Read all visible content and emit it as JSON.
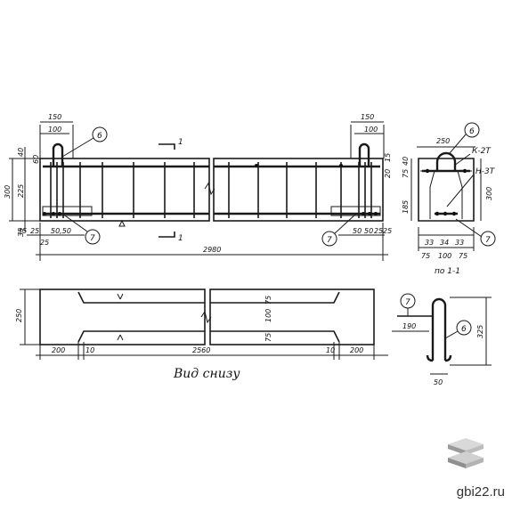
{
  "drawing": {
    "caption_bottom_view": "Вид снизу",
    "section_label": "по 1-1",
    "section_mark": "1",
    "marks": {
      "mark_6": "6",
      "mark_7": "7",
      "k2t": "К-2Т",
      "n3t": "Н-3Т"
    },
    "elevation": {
      "top": [
        "150",
        "100",
        "150",
        "100"
      ],
      "left": [
        "300",
        "40",
        "60",
        "225",
        "35"
      ],
      "bottom": [
        "25",
        "50,50",
        "25",
        "50",
        "50",
        "25",
        "25",
        "35"
      ],
      "total": "2980",
      "right": [
        "15",
        "20"
      ]
    },
    "section": {
      "top": "250",
      "left": [
        "75",
        "40",
        "185"
      ],
      "right": "300",
      "bottom_row1": [
        "33",
        "34",
        "33"
      ],
      "bottom_row2": [
        "75",
        "100",
        "75"
      ]
    },
    "plan": {
      "height": "250",
      "bottom": [
        "200",
        "10",
        "2560",
        "10",
        "200"
      ],
      "middle": [
        "75",
        "100",
        "75"
      ]
    },
    "clip": {
      "width": "50",
      "height": "325",
      "offset": "190"
    }
  },
  "logo": {
    "text": "gbi22.ru"
  }
}
